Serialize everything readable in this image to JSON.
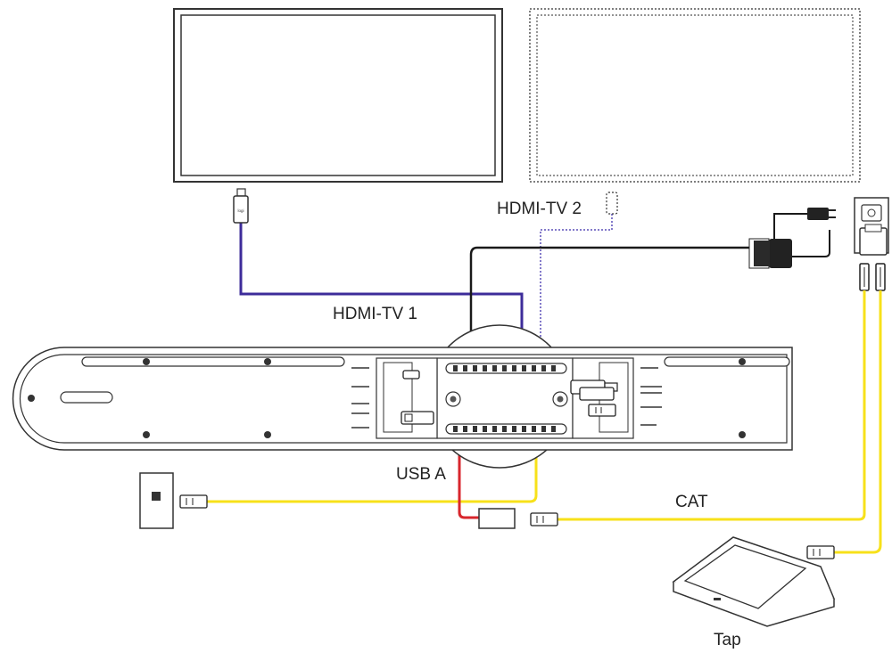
{
  "labels": {
    "hdmi_tv2": "HDMI-TV 2",
    "hdmi_tv1": "HDMI-TV 1",
    "usb_a": "USB A",
    "cat": "CAT",
    "tap": "Tap"
  },
  "colors": {
    "hdmi_primary": "#3d2c9a",
    "hdmi_secondary": "#5a4fb8",
    "usb": "#d8262c",
    "cat": "#f7e11a",
    "power": "#1a1a1a",
    "outline": "#333333"
  }
}
